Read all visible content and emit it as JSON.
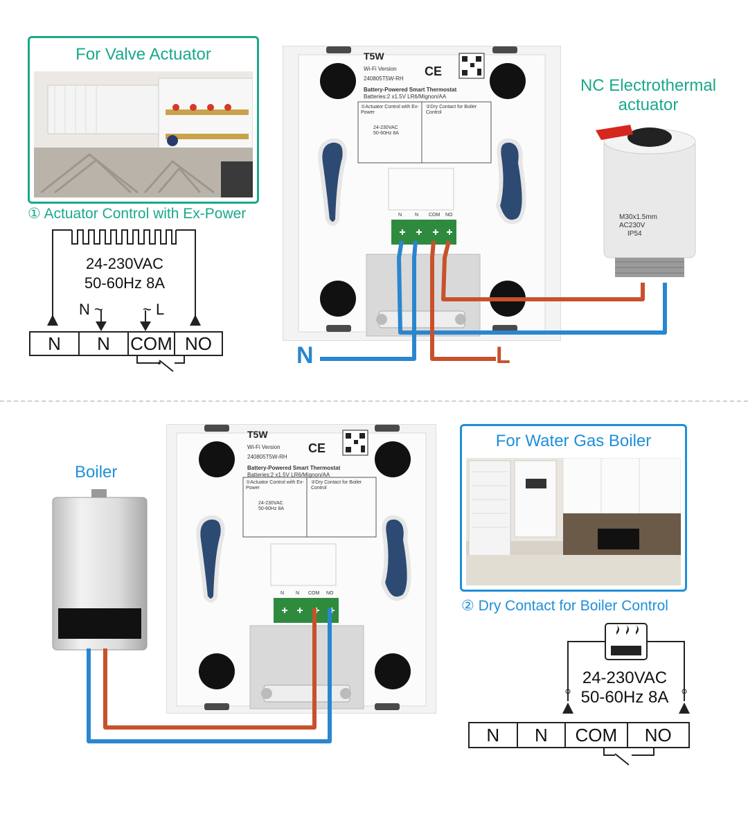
{
  "top": {
    "valve_panel_title": "For Valve Actuator",
    "caption": "① Actuator Control with Ex-Power",
    "spec_line1": "24-230VAC",
    "spec_line2": "50-60Hz 8A",
    "polarity_left": "N ~",
    "polarity_right": "~ L",
    "terminals": [
      "N",
      "N",
      "COM",
      "NO"
    ],
    "actuator_title_line1": "NC Electrothermal",
    "actuator_title_line2": "actuator",
    "actuator_label_1": "M30x1.5mm",
    "actuator_label_2": "AC230V",
    "actuator_label_3": "IP54",
    "wire_label_n": "N",
    "wire_label_l": "L"
  },
  "bottom": {
    "boiler_label": "Boiler",
    "boiler_panel_title": "For Water Gas Boiler",
    "caption": "② Dry Contact for Boiler Control",
    "spec_line1": "24-230VAC",
    "spec_line2": "50-60Hz 8A",
    "terminals": [
      "N",
      "N",
      "COM",
      "NO"
    ]
  },
  "thermostat": {
    "model": "T5W",
    "version": "Wi-Fi Version",
    "serial_top": "240805T5W-RH",
    "serial_bottom": "240805T5W-RH",
    "marks": "CE",
    "product": "Battery-Powered Smart Thermostat",
    "batteries": "Batteries:2 x1.5V LR6/Mignon/AA",
    "box1_title": "①Actuator Control with Ex-Power",
    "box2_title": "②Dry Contact for Boiler Control",
    "box_spec1": "24-230VAC",
    "box_spec2": "50-60Hz 8A",
    "terminal_labels": [
      "N",
      "N",
      "COM",
      "NO"
    ]
  },
  "colors": {
    "teal": "#1aa88a",
    "blue_text": "#1e8fd8",
    "wire_blue": "#2a86cf",
    "wire_red": "#c8512b",
    "terminal_green": "#2e8b3e"
  }
}
